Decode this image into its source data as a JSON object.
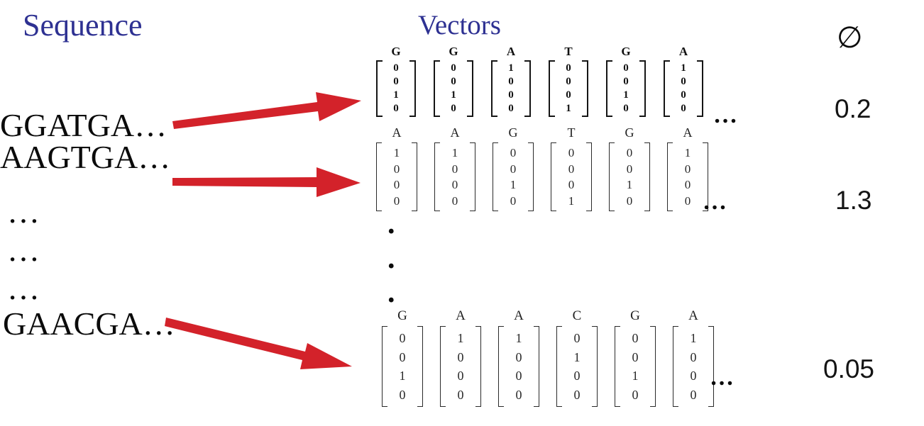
{
  "headers": {
    "sequence_label": "Sequence",
    "vectors_label": "Vectors",
    "phi_label": "∅"
  },
  "sequence_column": {
    "items": [
      "GGATGA…",
      "AAGTGA…",
      "…",
      "…",
      "…",
      "GAACGA…"
    ]
  },
  "vector_rows": [
    {
      "letters": [
        "G",
        "G",
        "A",
        "T",
        "G",
        "A"
      ],
      "vectors": [
        [
          0,
          0,
          1,
          0
        ],
        [
          0,
          0,
          1,
          0
        ],
        [
          1,
          0,
          0,
          0
        ],
        [
          0,
          0,
          0,
          1
        ],
        [
          0,
          0,
          1,
          0
        ],
        [
          1,
          0,
          0,
          0
        ]
      ],
      "trailing_ellipsis": "…",
      "phi": "0.2"
    },
    {
      "letters": [
        "A",
        "A",
        "G",
        "T",
        "G",
        "A"
      ],
      "vectors": [
        [
          1,
          0,
          0,
          0
        ],
        [
          1,
          0,
          0,
          0
        ],
        [
          0,
          0,
          1,
          0
        ],
        [
          0,
          0,
          0,
          1
        ],
        [
          0,
          0,
          1,
          0
        ],
        [
          1,
          0,
          0,
          0
        ]
      ],
      "trailing_ellipsis": "…",
      "phi": "1.3"
    },
    {
      "letters": [
        "G",
        "A",
        "A",
        "C",
        "G",
        "A"
      ],
      "vectors": [
        [
          0,
          0,
          1,
          0
        ],
        [
          1,
          0,
          0,
          0
        ],
        [
          1,
          0,
          0,
          0
        ],
        [
          0,
          1,
          0,
          0
        ],
        [
          0,
          0,
          1,
          0
        ],
        [
          1,
          0,
          0,
          0
        ]
      ],
      "trailing_ellipsis": "…",
      "phi": "0.05"
    }
  ],
  "vertical_dots": [
    ".",
    ".",
    "."
  ],
  "colors": {
    "heading_blue": "#2E3192",
    "arrow_red": "#D3222A",
    "text_black": "#111111"
  }
}
